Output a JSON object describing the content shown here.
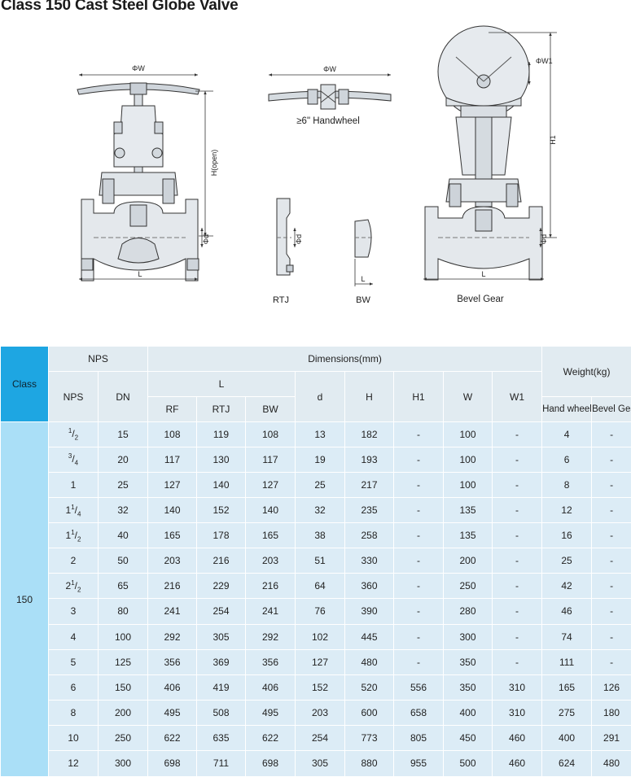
{
  "title": "Class 150 Cast Steel Globe Valve",
  "drawings": {
    "main_w": "ΦW",
    "main_h": "H(open)",
    "main_d": "Φd",
    "main_l": "L",
    "handwheel_w": "ΦW",
    "handwheel_caption": "≥6\" Handwheel",
    "rtj_d": "Φd",
    "rtj_caption": "RTJ",
    "bw_l": "L",
    "bw_caption": "BW",
    "bevel_w1": "ΦW1",
    "bevel_h1": "H1",
    "bevel_d": "Φd",
    "bevel_l": "L",
    "bevel_caption": "Bevel Gear"
  },
  "table": {
    "headers": {
      "class": "Class",
      "nps_group": "NPS",
      "dimensions": "Dimensions(mm)",
      "weight": "Weight(kg)",
      "nps": "NPS",
      "dn": "DN",
      "l": "L",
      "d": "d",
      "h": "H",
      "h1": "H1",
      "w": "W",
      "w1": "W1",
      "rf": "RF",
      "rtj": "RTJ",
      "bw": "BW",
      "hand_wheel": "Hand wheel",
      "bevel_gear": "Bevel Gear"
    },
    "class_value": "150",
    "rows": [
      {
        "nps_whole": "",
        "nps_num": "1",
        "nps_den": "2",
        "dn": "15",
        "rf": "108",
        "rtj": "119",
        "bw": "108",
        "d": "13",
        "h": "182",
        "h1": "-",
        "w": "100",
        "w1": "-",
        "hw": "4",
        "bg": "-"
      },
      {
        "nps_whole": "",
        "nps_num": "3",
        "nps_den": "4",
        "dn": "20",
        "rf": "117",
        "rtj": "130",
        "bw": "117",
        "d": "19",
        "h": "193",
        "h1": "-",
        "w": "100",
        "w1": "-",
        "hw": "6",
        "bg": "-"
      },
      {
        "nps_whole": "1",
        "nps_num": "",
        "nps_den": "",
        "dn": "25",
        "rf": "127",
        "rtj": "140",
        "bw": "127",
        "d": "25",
        "h": "217",
        "h1": "-",
        "w": "100",
        "w1": "-",
        "hw": "8",
        "bg": "-"
      },
      {
        "nps_whole": "1",
        "nps_num": "1",
        "nps_den": "4",
        "dn": "32",
        "rf": "140",
        "rtj": "152",
        "bw": "140",
        "d": "32",
        "h": "235",
        "h1": "-",
        "w": "135",
        "w1": "-",
        "hw": "12",
        "bg": "-"
      },
      {
        "nps_whole": "1",
        "nps_num": "1",
        "nps_den": "2",
        "dn": "40",
        "rf": "165",
        "rtj": "178",
        "bw": "165",
        "d": "38",
        "h": "258",
        "h1": "-",
        "w": "135",
        "w1": "-",
        "hw": "16",
        "bg": "-"
      },
      {
        "nps_whole": "2",
        "nps_num": "",
        "nps_den": "",
        "dn": "50",
        "rf": "203",
        "rtj": "216",
        "bw": "203",
        "d": "51",
        "h": "330",
        "h1": "-",
        "w": "200",
        "w1": "-",
        "hw": "25",
        "bg": "-"
      },
      {
        "nps_whole": "2",
        "nps_num": "1",
        "nps_den": "2",
        "dn": "65",
        "rf": "216",
        "rtj": "229",
        "bw": "216",
        "d": "64",
        "h": "360",
        "h1": "-",
        "w": "250",
        "w1": "-",
        "hw": "42",
        "bg": "-"
      },
      {
        "nps_whole": "3",
        "nps_num": "",
        "nps_den": "",
        "dn": "80",
        "rf": "241",
        "rtj": "254",
        "bw": "241",
        "d": "76",
        "h": "390",
        "h1": "-",
        "w": "280",
        "w1": "-",
        "hw": "46",
        "bg": "-"
      },
      {
        "nps_whole": "4",
        "nps_num": "",
        "nps_den": "",
        "dn": "100",
        "rf": "292",
        "rtj": "305",
        "bw": "292",
        "d": "102",
        "h": "445",
        "h1": "-",
        "w": "300",
        "w1": "-",
        "hw": "74",
        "bg": "-"
      },
      {
        "nps_whole": "5",
        "nps_num": "",
        "nps_den": "",
        "dn": "125",
        "rf": "356",
        "rtj": "369",
        "bw": "356",
        "d": "127",
        "h": "480",
        "h1": "-",
        "w": "350",
        "w1": "-",
        "hw": "111",
        "bg": "-"
      },
      {
        "nps_whole": "6",
        "nps_num": "",
        "nps_den": "",
        "dn": "150",
        "rf": "406",
        "rtj": "419",
        "bw": "406",
        "d": "152",
        "h": "520",
        "h1": "556",
        "w": "350",
        "w1": "310",
        "hw": "165",
        "bg": "126"
      },
      {
        "nps_whole": "8",
        "nps_num": "",
        "nps_den": "",
        "dn": "200",
        "rf": "495",
        "rtj": "508",
        "bw": "495",
        "d": "203",
        "h": "600",
        "h1": "658",
        "w": "400",
        "w1": "310",
        "hw": "275",
        "bg": "180"
      },
      {
        "nps_whole": "10",
        "nps_num": "",
        "nps_den": "",
        "dn": "250",
        "rf": "622",
        "rtj": "635",
        "bw": "622",
        "d": "254",
        "h": "773",
        "h1": "805",
        "w": "450",
        "w1": "460",
        "hw": "400",
        "bg": "291"
      },
      {
        "nps_whole": "12",
        "nps_num": "",
        "nps_den": "",
        "dn": "300",
        "rf": "698",
        "rtj": "711",
        "bw": "698",
        "d": "305",
        "h": "880",
        "h1": "955",
        "w": "500",
        "w1": "460",
        "hw": "624",
        "bg": "480"
      }
    ]
  }
}
